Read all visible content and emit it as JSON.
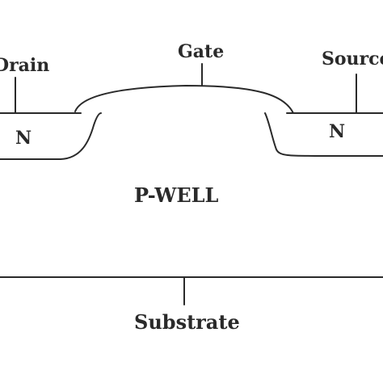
{
  "diagram": {
    "labels": {
      "drain": "Drain",
      "gate": "Gate",
      "source": "Source",
      "n_left": "N",
      "n_right": "N",
      "p_well": "P-WELL",
      "substrate": "Substrate"
    }
  }
}
